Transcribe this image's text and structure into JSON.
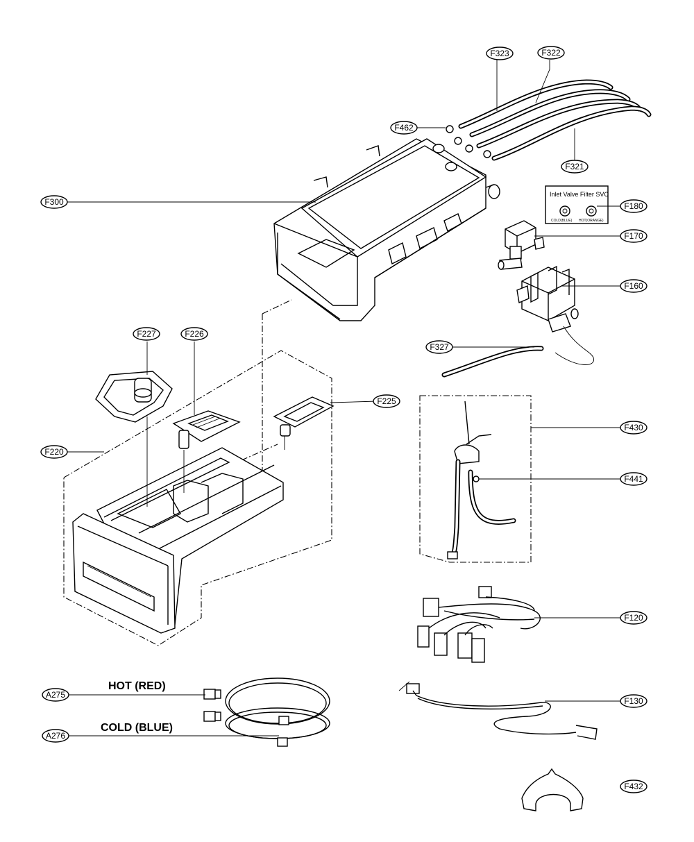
{
  "callouts": {
    "F323": "F323",
    "F322": "F322",
    "F462": "F462",
    "F321": "F321",
    "F300": "F300",
    "F180": "F180",
    "F170": "F170",
    "F160": "F160",
    "F227": "F227",
    "F226": "F226",
    "F327": "F327",
    "F225": "F225",
    "F220": "F220",
    "F430": "F430",
    "F441": "F441",
    "F120": "F120",
    "A275": "A275",
    "F130": "F130",
    "A276": "A276",
    "F432": "F432"
  },
  "captions": {
    "hot": "HOT (RED)",
    "cold": "COLD (BLUE)"
  },
  "filter_box": {
    "title": "Inlet Valve Filter SVC",
    "left_label": "COLD(BLUE)",
    "right_label": "HOT(ORANGE)"
  }
}
